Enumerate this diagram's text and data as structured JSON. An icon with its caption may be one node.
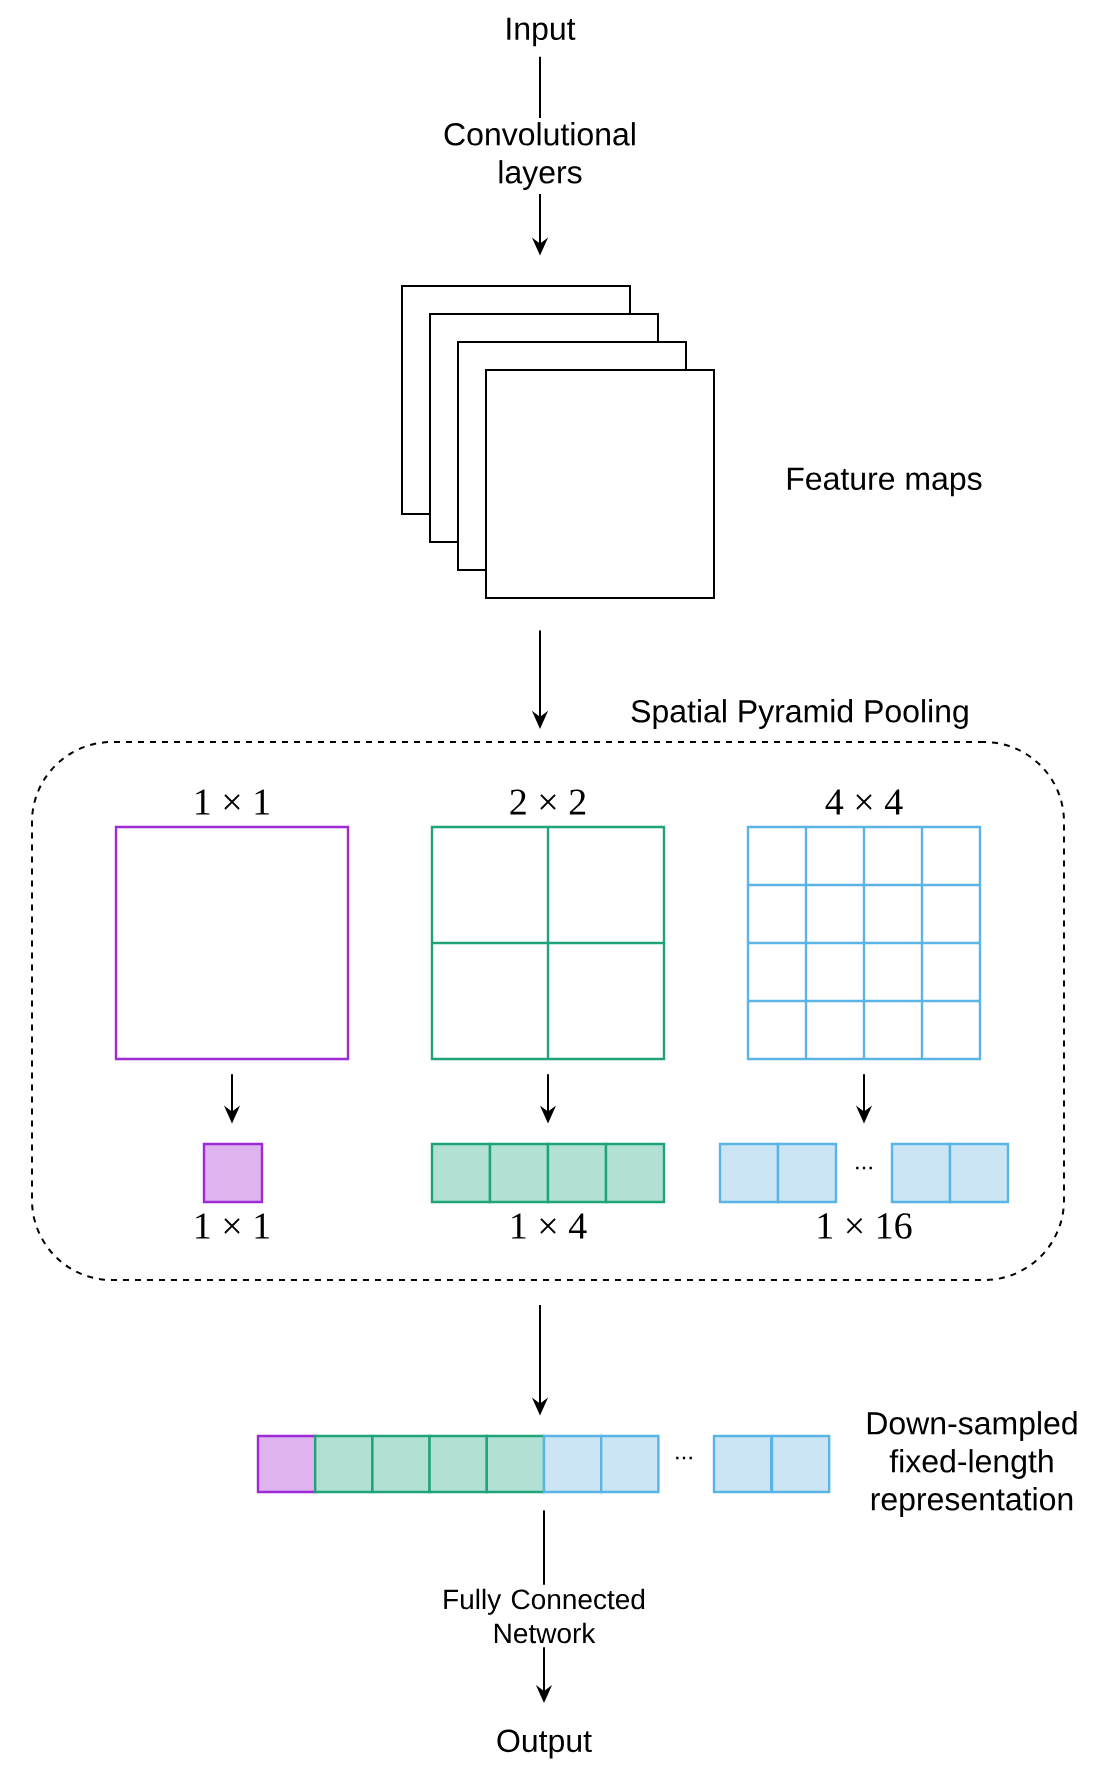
{
  "diagram": {
    "nodes": [
      {
        "text": [
          "Input"
        ]
      },
      {
        "text": [],
        "shape": "box",
        "beside": [
          "Feature maps"
        ]
      },
      {
        "text": [
          "Spatial Pyramid Pooling"
        ]
      },
      {
        "text": [
          "1 × 1"
        ],
        "in": 2
      },
      {
        "text": [
          "2 × 2"
        ],
        "in": 2
      },
      {
        "text": [
          "4 × 4"
        ],
        "in": 2
      },
      {
        "text": [
          "1 × 1"
        ],
        "in": 2
      },
      {
        "text": [
          "1 × 4"
        ],
        "in": 2
      },
      {
        "text": [
          "...",
          "1 × 16"
        ],
        "in": 2
      },
      {
        "text": [
          "..."
        ],
        "beside": [
          "Down-sampled fixed-length representation"
        ]
      },
      {
        "text": [
          "Output"
        ]
      }
    ],
    "edges": [
      {
        "from": 0,
        "to": 1,
        "arrow": "to",
        "label": "Convolutional layers"
      },
      {
        "from": 1,
        "to": 2,
        "arrow": "to"
      },
      {
        "from": 3,
        "to": 6,
        "arrow": "to"
      },
      {
        "from": 4,
        "to": 7,
        "arrow": "to"
      },
      {
        "from": 5,
        "to": 8,
        "arrow": "to"
      },
      {
        "from": 2,
        "to": 9,
        "arrow": "to"
      },
      {
        "from": 9,
        "to": 10,
        "arrow": "to",
        "label": "Fully Connected Network"
      }
    ]
  }
}
